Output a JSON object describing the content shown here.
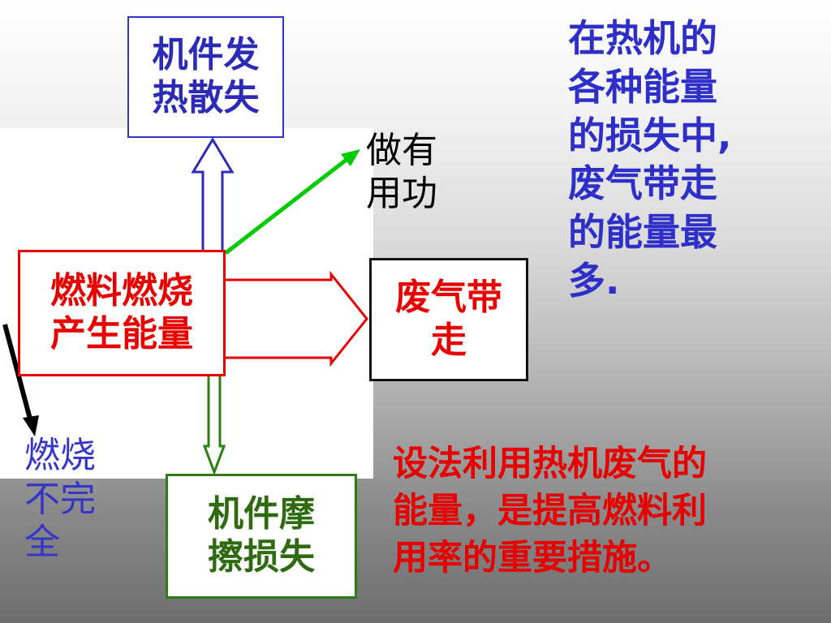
{
  "nodes": {
    "heat_loss": [
      "机件发",
      "热散失"
    ],
    "fuel": [
      "燃料燃烧",
      "产生能量"
    ],
    "useful_work": [
      "做有",
      "用功"
    ],
    "exhaust": [
      "废气带",
      "走"
    ],
    "friction": [
      "机件摩",
      "擦损失"
    ],
    "incomplete": [
      "燃烧",
      "不完",
      "全"
    ]
  },
  "notes": {
    "top": [
      "在热机的",
      "各种能量",
      "的损失中,",
      "废气带走",
      "的能量最",
      "多."
    ],
    "bottom": [
      "设法利用热机废气的",
      "能量，是提高燃料利",
      "用率的重要措施。"
    ]
  },
  "colors": {
    "fuel": "#e60000",
    "heat_loss": "#2b2bb8",
    "useful_work_arrow": "#00cc00",
    "friction": "#2e6a10",
    "exhaust_border": "#111111",
    "note_top": "#2e2ec8",
    "note_bottom": "#e60000"
  }
}
